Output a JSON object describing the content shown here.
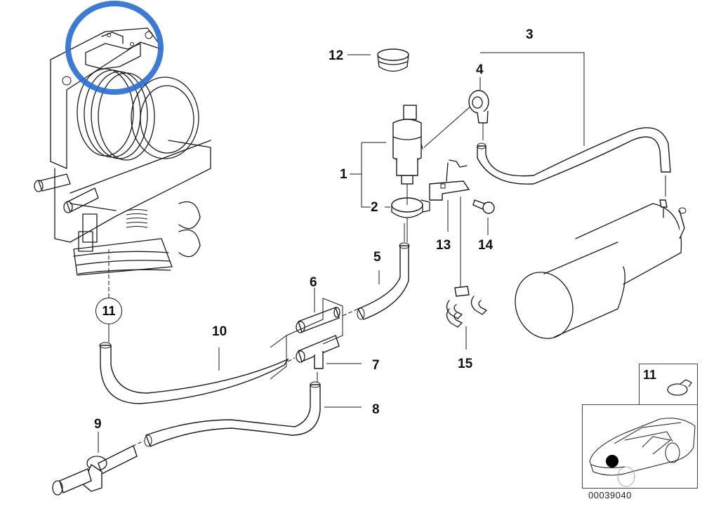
{
  "diagram": {
    "type": "exploded-parts-diagram",
    "subject": "throttle body / idle valve hose assembly",
    "diagram_code": "00039040",
    "highlight_color": "#2b6fd6",
    "line_color": "#1a1a1a",
    "callouts": [
      {
        "id": "1",
        "label": "1",
        "part": "idle valve"
      },
      {
        "id": "2",
        "label": "2",
        "part": "valve holder ring"
      },
      {
        "id": "3",
        "label": "3",
        "part": "hose assembly"
      },
      {
        "id": "4",
        "label": "4",
        "part": "elbow connector"
      },
      {
        "id": "5",
        "label": "5",
        "part": "hose"
      },
      {
        "id": "6",
        "label": "6",
        "part": "straight connector"
      },
      {
        "id": "7",
        "label": "7",
        "part": "tee connector"
      },
      {
        "id": "8",
        "label": "8",
        "part": "hose"
      },
      {
        "id": "9",
        "label": "9",
        "part": "check valve"
      },
      {
        "id": "10",
        "label": "10",
        "part": "hose"
      },
      {
        "id": "11",
        "label": "11",
        "part": "hose clamp"
      },
      {
        "id": "12",
        "label": "12",
        "part": "cap"
      },
      {
        "id": "13",
        "label": "13",
        "part": "bracket"
      },
      {
        "id": "14",
        "label": "14",
        "part": "bolt"
      },
      {
        "id": "15",
        "label": "15",
        "part": "hose clip"
      }
    ],
    "inset": {
      "clamp_label": "11",
      "vehicle_view": "car location indicator"
    }
  }
}
